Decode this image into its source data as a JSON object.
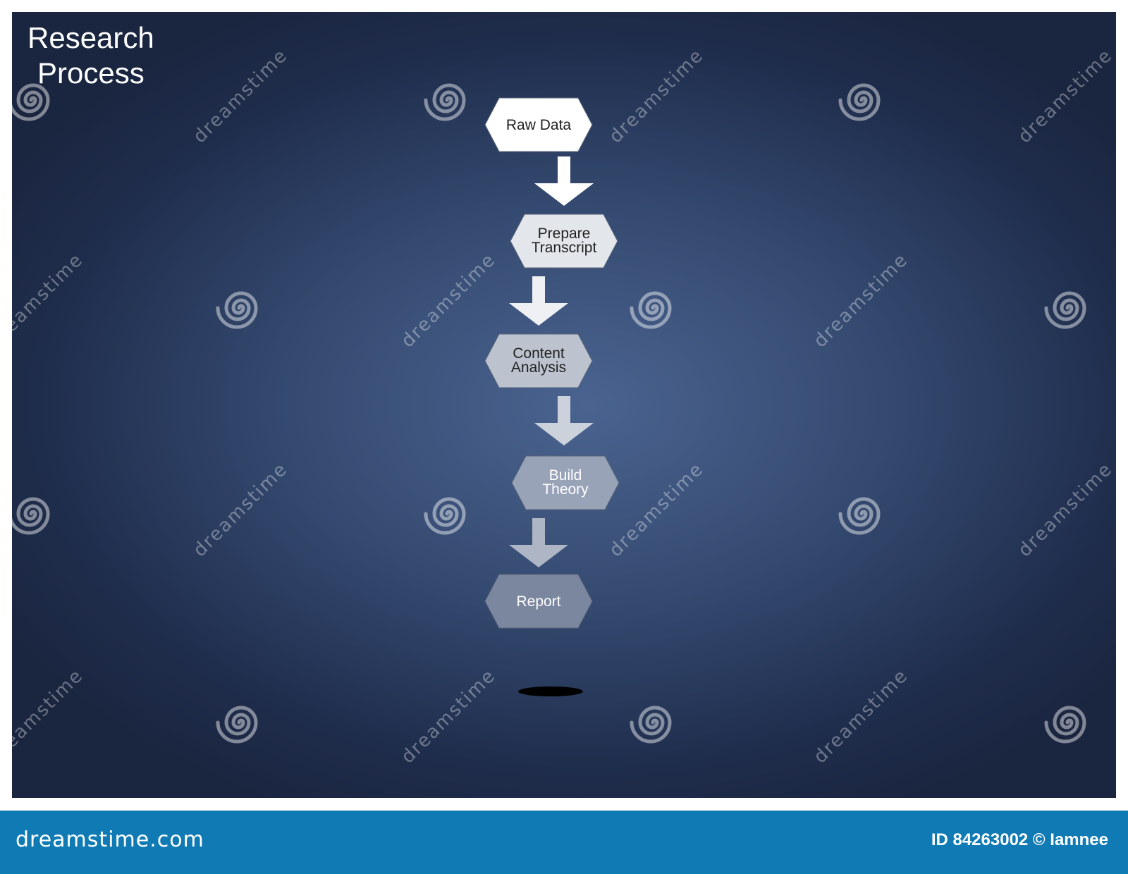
{
  "title": {
    "line1": "Research",
    "line2": "Process"
  },
  "steps": [
    {
      "line1": "Raw Data",
      "line2": "",
      "fill": "#ffffff",
      "text": "#222222"
    },
    {
      "line1": "Prepare",
      "line2": "Transcript",
      "fill": "#e3e6ea",
      "text": "#222222"
    },
    {
      "line1": "Content",
      "line2": "Analysis",
      "fill": "#bcc3cf",
      "text": "#222222"
    },
    {
      "line1": "Build",
      "line2": "Theory",
      "fill": "#98a3b8",
      "text": "#ffffff"
    },
    {
      "line1": "Report",
      "line2": "",
      "fill": "#7b879f",
      "text": "#ffffff"
    }
  ],
  "watermark": {
    "text": "dreamstime",
    "icon": "spiral-icon"
  },
  "footer": {
    "site": "dreamstime.com",
    "image_id": "ID 84263002 © Iamnee",
    "bg": "#0f7ab4"
  }
}
